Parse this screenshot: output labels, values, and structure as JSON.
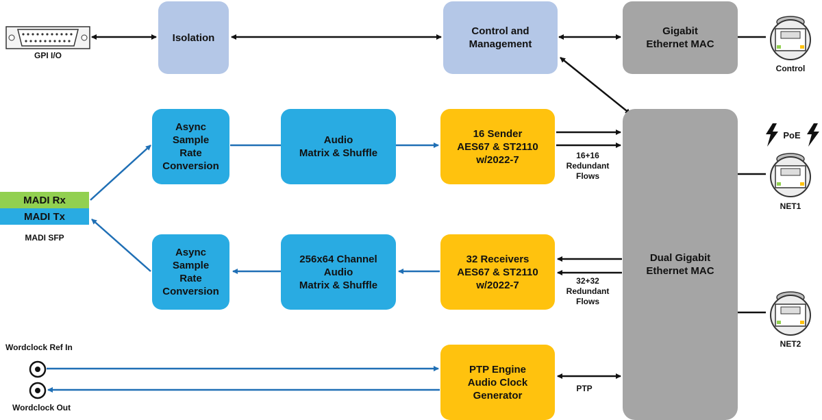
{
  "blocks": {
    "isolation": "Isolation",
    "control_mgmt": "Control and\nManagement",
    "gige_mac": "Gigabit\nEthernet MAC",
    "src_top": "Async\nSample\nRate\nConversion",
    "matrix_top": "Audio\nMatrix & Shuffle",
    "sender": "16 Sender\nAES67 & ST2110\nw/2022-7",
    "src_bottom": "Async\nSample\nRate\nConversion",
    "matrix_bottom": "256x64 Channel\nAudio\nMatrix & Shuffle",
    "receivers": "32 Receivers\nAES67 & ST2110\nw/2022-7",
    "ptp": "PTP Engine\nAudio Clock\nGenerator",
    "dual_mac": "Dual Gigabit\nEthernet MAC"
  },
  "labels": {
    "gpio": "GPI I/O",
    "madi_rx": "MADI Rx",
    "madi_tx": "MADI Tx",
    "madi_sfp": "MADI SFP",
    "flows_top": "16+16\nRedundant\nFlows",
    "flows_bottom": "32+32\nRedundant\nFlows",
    "ptp": "PTP",
    "poe": "PoE",
    "control": "Control",
    "net1": "NET1",
    "net2": "NET2",
    "wc_in": "Wordclock Ref In",
    "wc_out": "Wordclock Out"
  },
  "colors": {
    "light_blue": "#b4c7e7",
    "gray": "#a5a5a5",
    "cyan": "#29abe2",
    "yellow": "#ffc20e",
    "madi_green": "#92d050",
    "wire_blue": "#1f6fb5"
  }
}
